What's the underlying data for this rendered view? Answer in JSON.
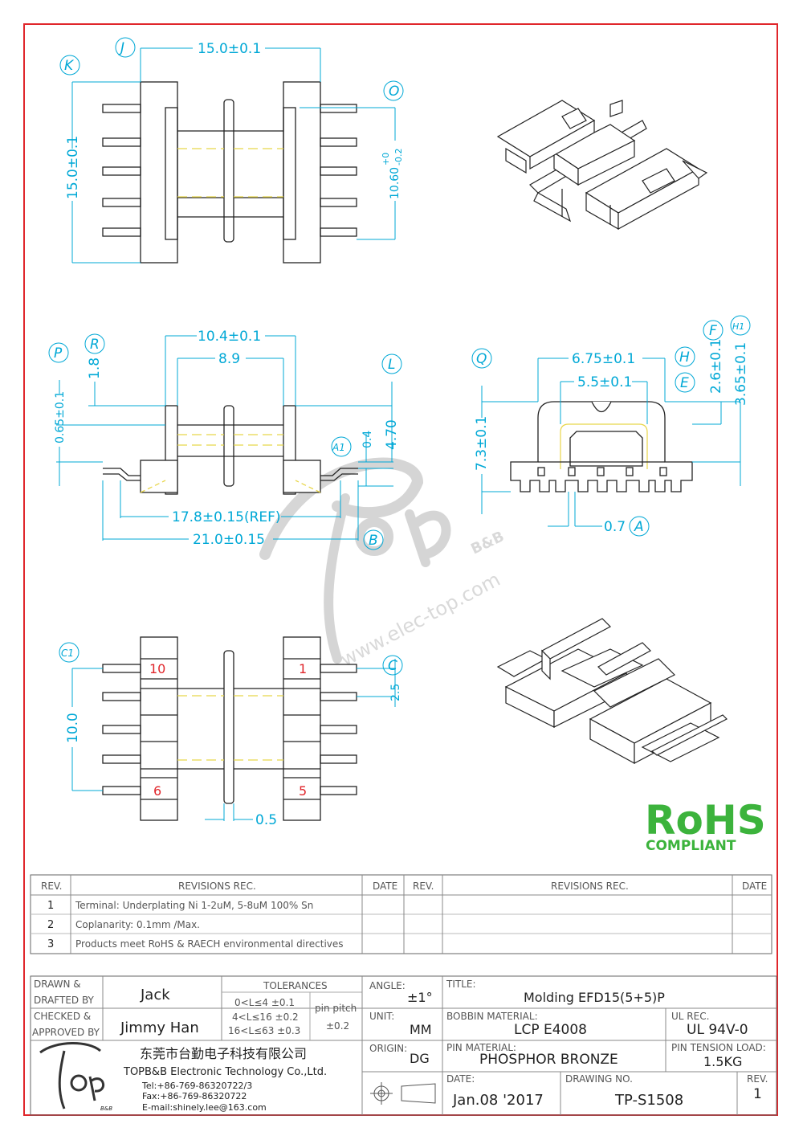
{
  "dimensions": {
    "top_width": "15.0±0.1",
    "top_height": "15.0±0.1",
    "top_right": "10.60",
    "top_right_tol_upper": "+0",
    "top_right_tol_lower": "-0.2",
    "side_inner": "10.4±0.1",
    "side_89": "8.9",
    "side_18": "1.8",
    "side_065": "0.65±0.1",
    "side_04": "0.4",
    "side_470": "4.70",
    "side_ref": "17.8±0.15(REF)",
    "side_total": "21.0±0.15",
    "front_675": "6.75±0.1",
    "front_55": "5.5±0.1",
    "front_26": "2.6±0.1",
    "front_365": "3.65±0.1",
    "front_73": "7.3±0.1",
    "front_07": "0.7",
    "bottom_100": "10.0",
    "bottom_25": "2.5",
    "bottom_05": "0.5"
  },
  "balloons": {
    "J": "J",
    "K": "K",
    "O": "O",
    "P": "P",
    "R": "R",
    "L": "L",
    "A1": "A1",
    "B": "B",
    "Q": "Q",
    "H": "H",
    "H1": "H1",
    "F": "F",
    "E": "E",
    "A": "A",
    "C1": "C1",
    "C": "C"
  },
  "pin_labels": {
    "p10": "10",
    "p1": "1",
    "p6": "6",
    "p5": "5"
  },
  "watermark": {
    "brand": "B&B",
    "site": "www.elec-top.com"
  },
  "rohs": {
    "logo": "RoHS",
    "caption": "COMPLIANT"
  },
  "revisions": {
    "headers": {
      "rev": "REV.",
      "rec": "REVISIONS   REC.",
      "date": "DATE"
    },
    "rows": [
      {
        "rev": "1",
        "text": "Terminal: Underplating Ni 1-2uM, 5-8uM 100% Sn"
      },
      {
        "rev": "2",
        "text": "Coplanarity: 0.1mm /Max."
      },
      {
        "rev": "3",
        "text": "Products meet RoHS & RAECH environmental directives"
      }
    ]
  },
  "title_block": {
    "drawn_label_1": "DRAWN &",
    "drawn_label_2": "DRAFTED BY",
    "drawn_by": "Jack",
    "checked_label_1": "CHECKED &",
    "checked_label_2": "APPROVED BY",
    "checked_by": "Jimmy Han",
    "tolerances_label": "TOLERANCES",
    "tol_1": "0<L≤4   ±0.1",
    "tol_2": "4<L≤16  ±0.2",
    "tol_3": "16<L≤63  ±0.3",
    "pin_pitch_label_1": "pin pitch",
    "pin_pitch_value": "±0.2",
    "angle_label": "ANGLE:",
    "angle_value": "±1°",
    "unit_label": "UNIT:",
    "unit_value": "MM",
    "origin_label": "ORIGIN:",
    "origin_value": "DG",
    "title_label": "TITLE:",
    "title_value": "Molding  EFD15(5+5)P",
    "bobbin_label": "BOBBIN MATERIAL:",
    "bobbin_value": "LCP E4008",
    "ul_label": "UL REC.",
    "ul_value": "UL 94V-0",
    "pin_material_label": "PIN MATERIAL:",
    "pin_material_value": "PHOSPHOR BRONZE",
    "pin_tension_label": "PIN TENSION LOAD:",
    "pin_tension_value": "1.5KG",
    "date_label": "DATE:",
    "date_value": "Jan.08 '2017",
    "drawing_no_label": "DRAWING NO.",
    "drawing_no_value": "TP-S1508",
    "rev_label": "REV.",
    "rev_value": "1",
    "company_cn": "东莞市台勤电子科技有限公司",
    "company_en": "TOPB&B Electronic Technology Co.,Ltd.",
    "tel": "Tel:+86-769-86320722/3",
    "fax": "Fax:+86-769-86320722",
    "email": "E-mail:shinely.lee@163.com",
    "logo_sub": "B&B"
  },
  "colors": {
    "frame": "#e0262b",
    "dimension": "#00a8d6",
    "pin_number": "#e0262b",
    "rohs_green": "#3cb33c",
    "yellow_center": "#e8d64a"
  }
}
